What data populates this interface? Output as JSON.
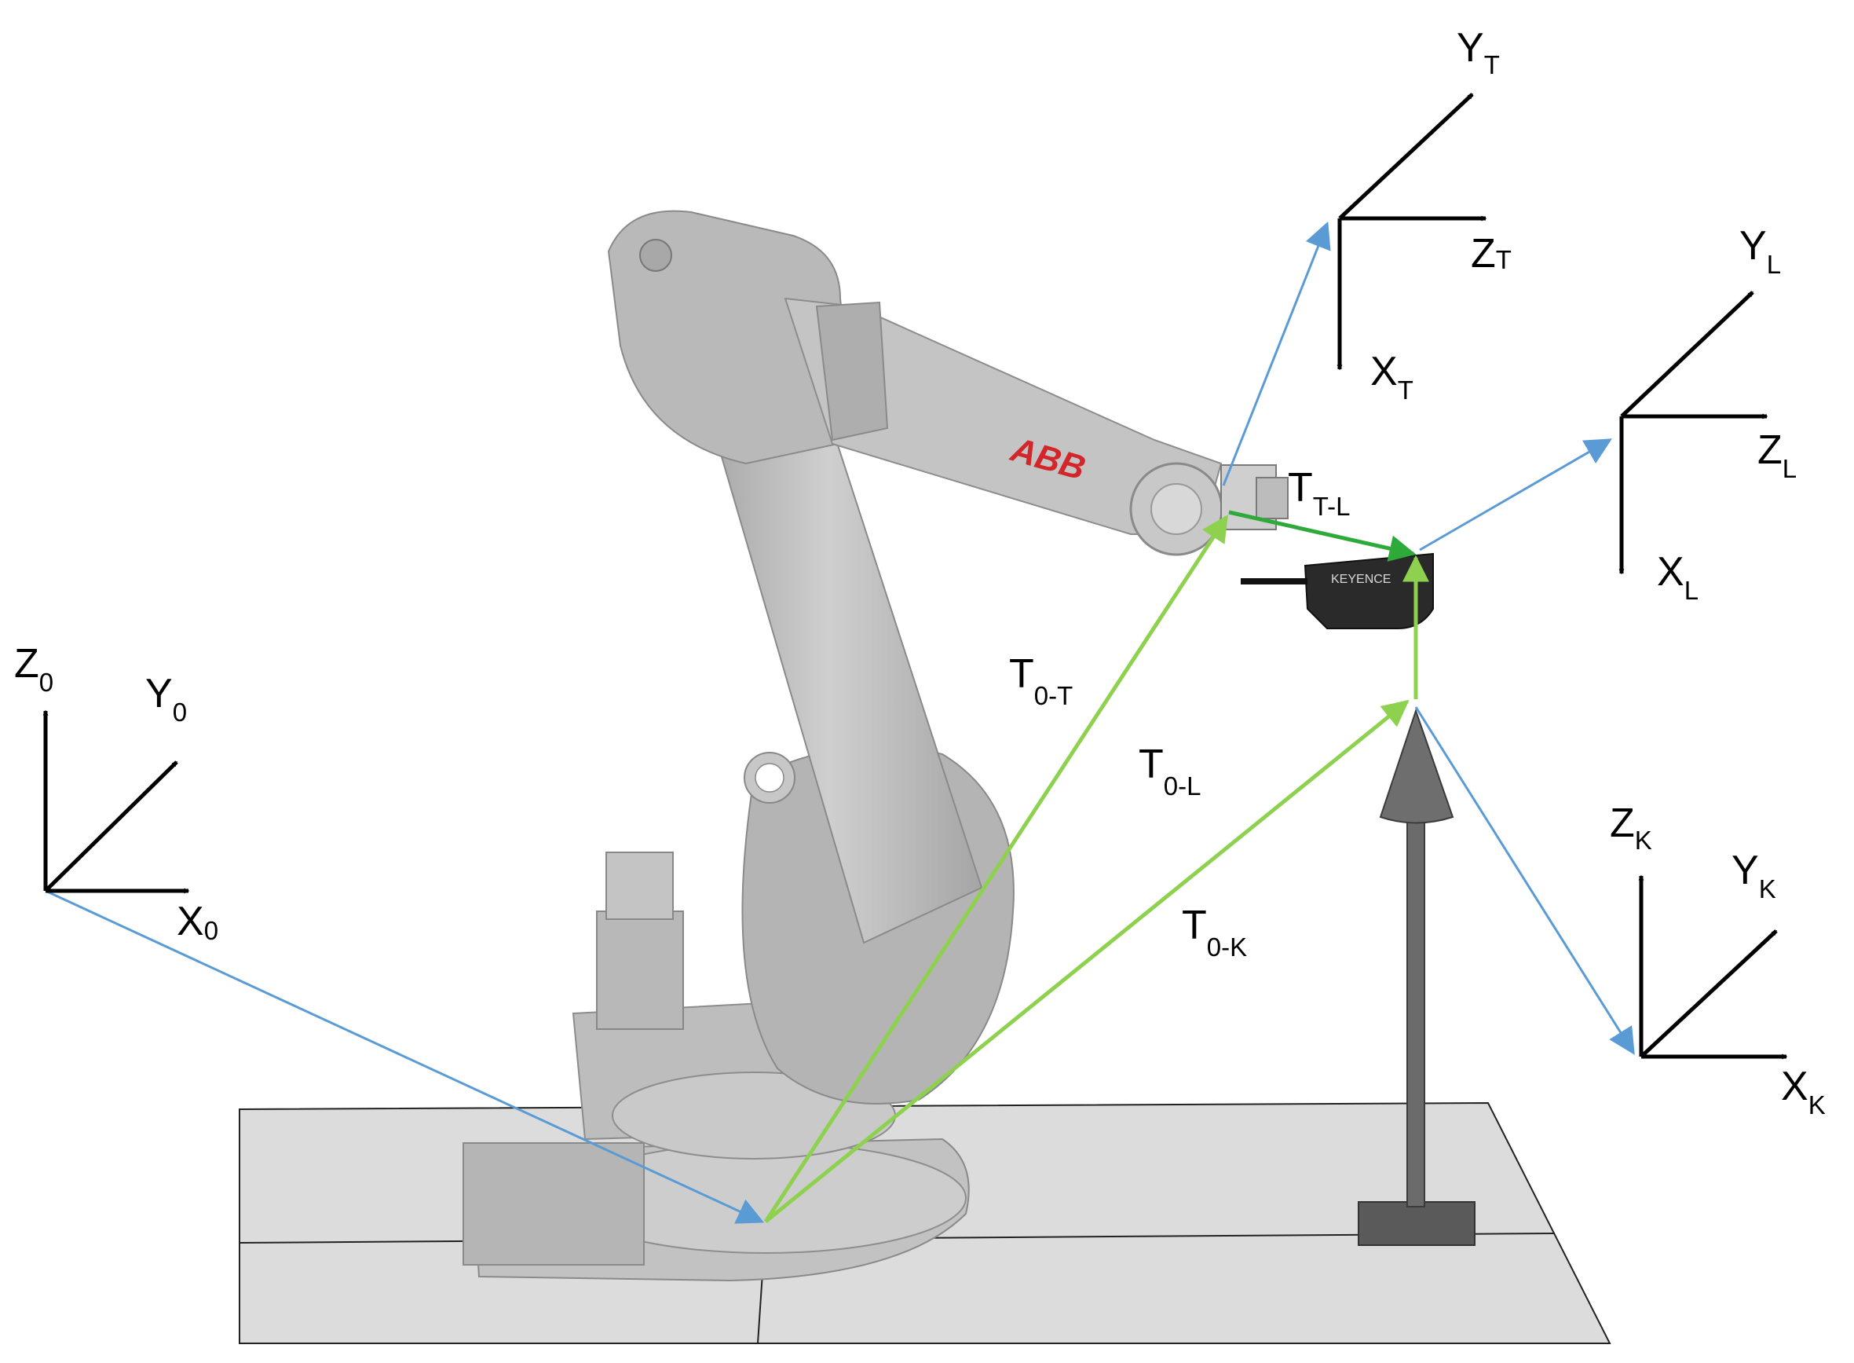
{
  "colors": {
    "background": "#ffffff",
    "axis": "#000000",
    "blue_vector": "#5b9bd5",
    "green_vector": "#8ed14f",
    "green_dark_vector": "#2eaa3a",
    "robot_body": "#b8b8b8",
    "floor": "#e0e0e0",
    "brand_red": "#d3262b"
  },
  "robot": {
    "brand": "ABB"
  },
  "sensor": {
    "brand": "KEYENCE"
  },
  "frames": {
    "base": {
      "x": "X",
      "x_sub": "0",
      "y": "Y",
      "y_sub": "0",
      "z": "Z",
      "z_sub": "0"
    },
    "tool": {
      "x": "X",
      "x_sub": "T",
      "y": "Y",
      "y_sub": "T",
      "z": "Z",
      "z_sub": "T"
    },
    "laser": {
      "x": "X",
      "x_sub": "L",
      "y": "Y",
      "y_sub": "L",
      "z": "Z",
      "z_sub": "L"
    },
    "cone": {
      "x": "X",
      "x_sub": "K",
      "y": "Y",
      "y_sub": "K",
      "z": "Z",
      "z_sub": "K"
    }
  },
  "transforms": {
    "t_tl": {
      "main": "T",
      "sub": "T-L"
    },
    "t_0t": {
      "main": "T",
      "sub": "0-T"
    },
    "t_0l": {
      "main": "T",
      "sub": "0-L"
    },
    "t_0k": {
      "main": "T",
      "sub": "0-K"
    }
  }
}
